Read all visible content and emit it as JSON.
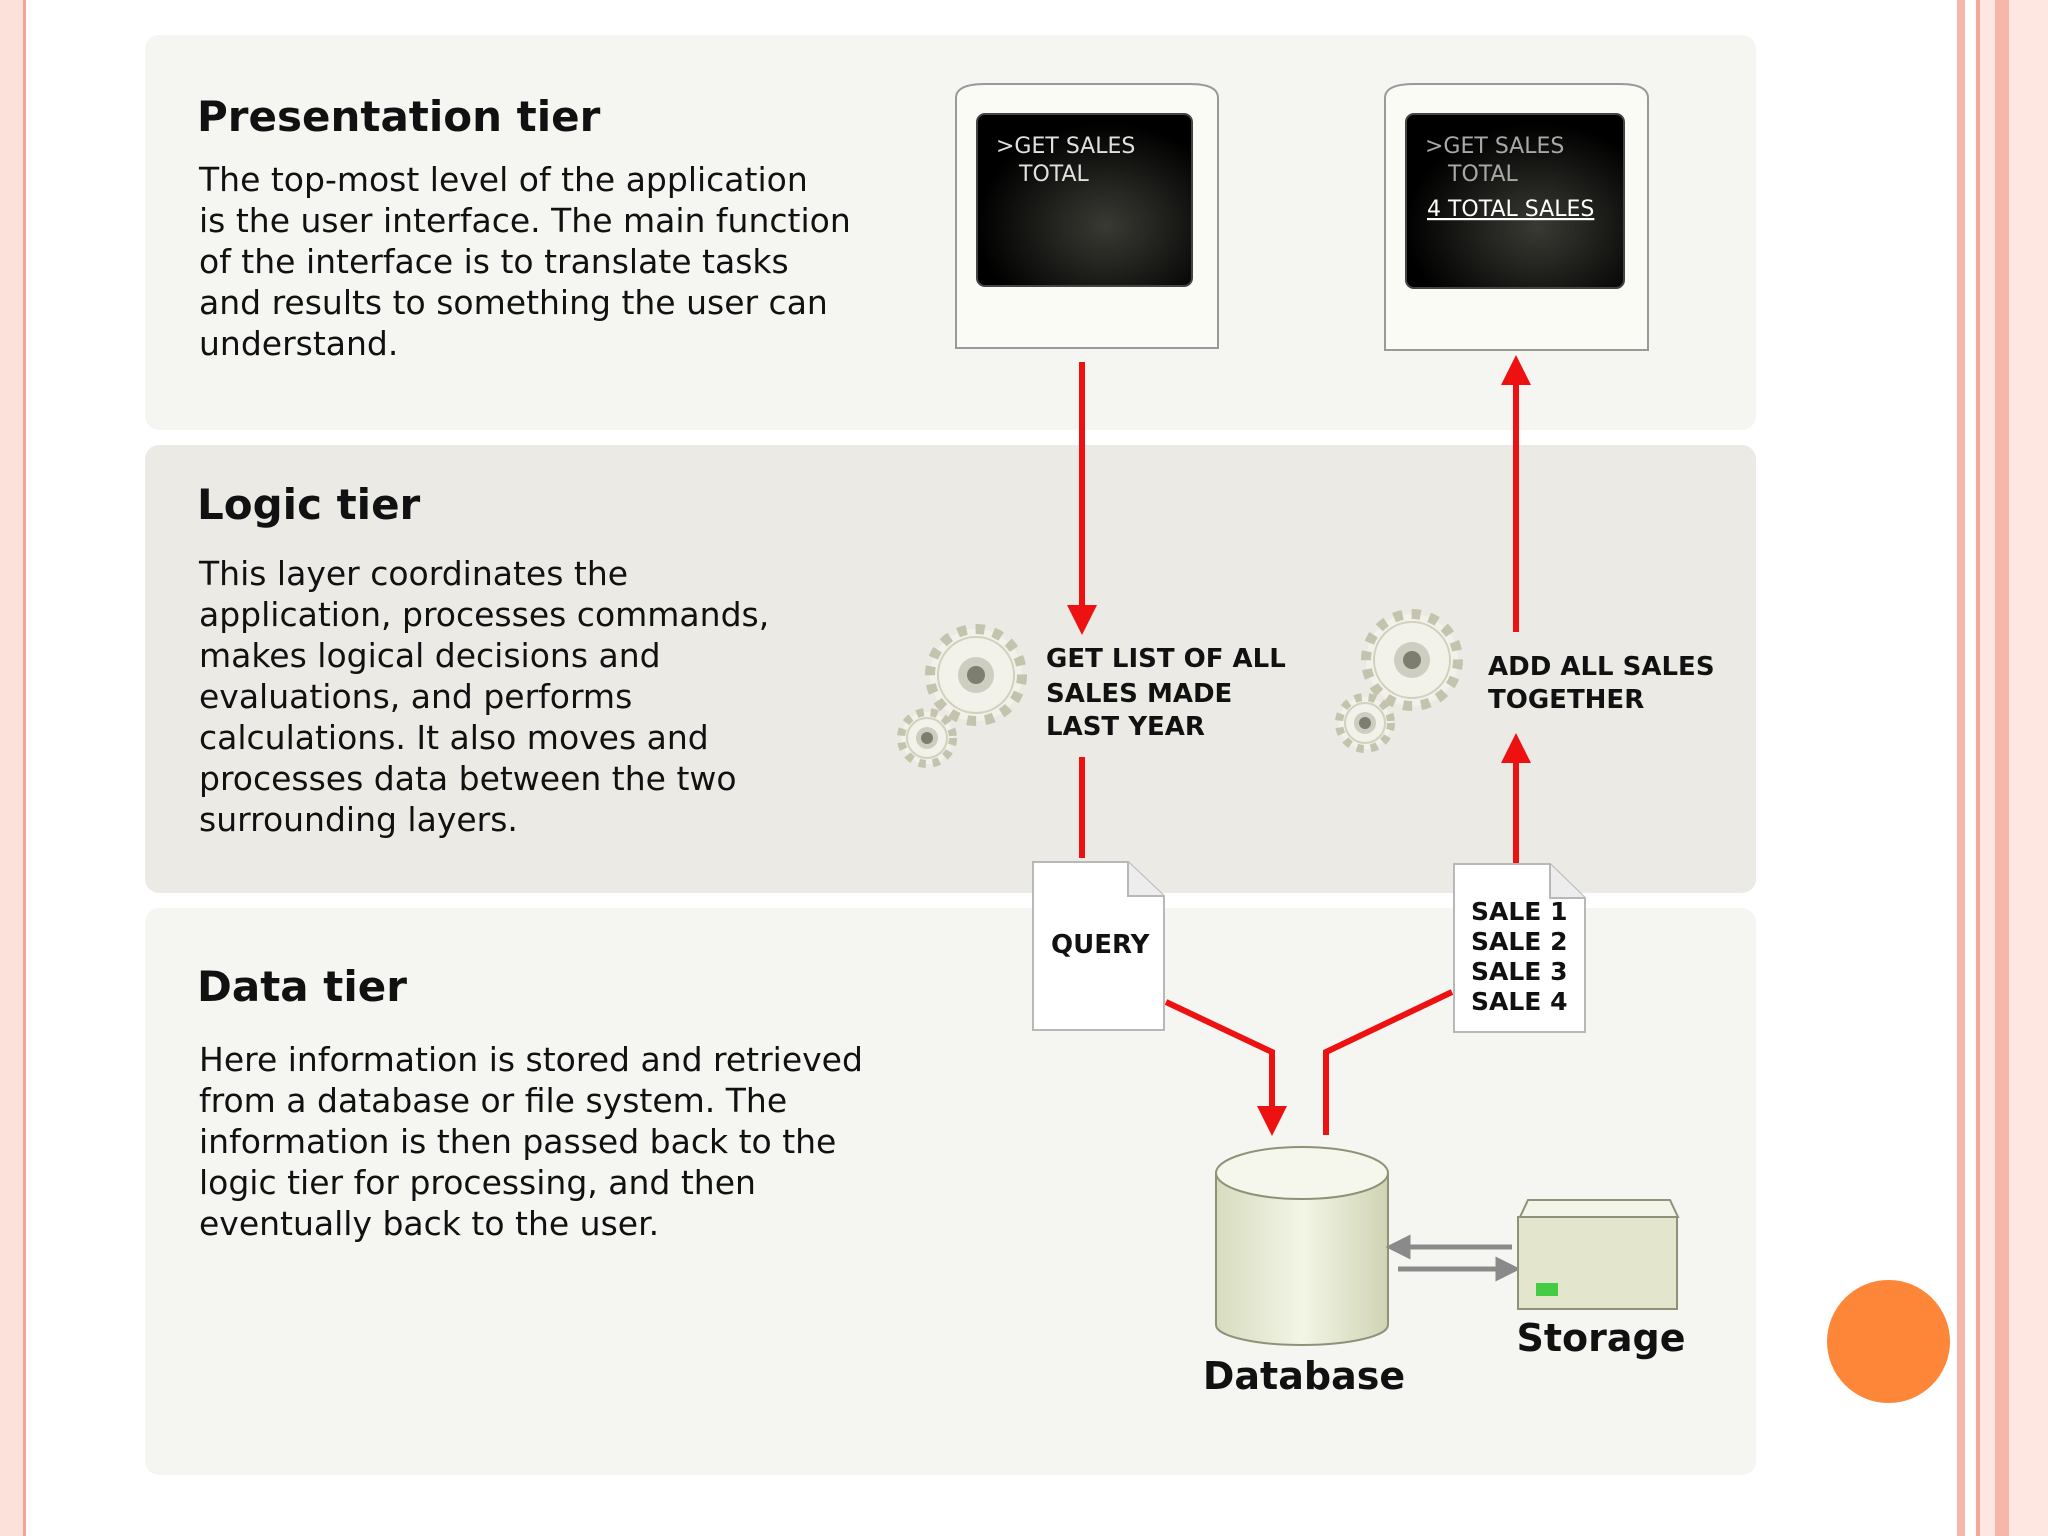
{
  "tiers": [
    {
      "title": "Presentation tier",
      "description": "The top-most level of the application\nis the user interface. The main function\nof the interface is to translate tasks\nand results to something the user can\nunderstand."
    },
    {
      "title": "Logic tier",
      "description": "This layer coordinates the\napplication, processes commands,\nmakes logical decisions and\nevaluations, and performs\ncalculations.  It also moves and\nprocesses data between the two\nsurrounding layers."
    },
    {
      "title": "Data tier",
      "description": "Here information is stored and retrieved\nfrom a database or file system.  The\ninformation is then passed back to the\nlogic tier for processing, and then\neventually back to the user."
    }
  ],
  "screens": {
    "left": {
      "line1": ">GET SALES",
      "line2": "TOTAL"
    },
    "right": {
      "line1": ">GET SALES",
      "line2": "TOTAL",
      "result": "4 TOTAL SALES"
    }
  },
  "logic_steps": {
    "left": [
      "GET LIST OF ALL",
      "SALES MADE",
      "LAST YEAR"
    ],
    "right": [
      "ADD ALL SALES",
      "TOGETHER"
    ]
  },
  "documents": {
    "query": "QUERY",
    "sales": [
      "SALE 1",
      "SALE 2",
      "SALE 3",
      "SALE 4"
    ]
  },
  "storage": {
    "database_label": "Database",
    "storage_label": "Storage"
  },
  "colors": {
    "arrow": "#ee1111",
    "accent_circle": "#fd8638",
    "storage_led": "#44cc44"
  }
}
